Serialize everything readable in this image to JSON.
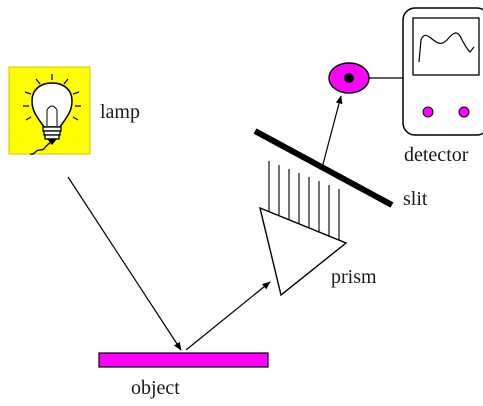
{
  "labels": {
    "lamp": "lamp",
    "object": "object",
    "prism": "prism",
    "slit": "slit",
    "detector": "detector"
  },
  "colors": {
    "lamp_background": "#ffff00",
    "object": "#ff00ff",
    "eye": "#ff00ff",
    "detector_buttons": "#ff00ff",
    "lines": "#000000"
  },
  "icons": {
    "lamp": "light-bulb-icon",
    "eye": "eye-icon",
    "detector": "detector-device-icon"
  }
}
